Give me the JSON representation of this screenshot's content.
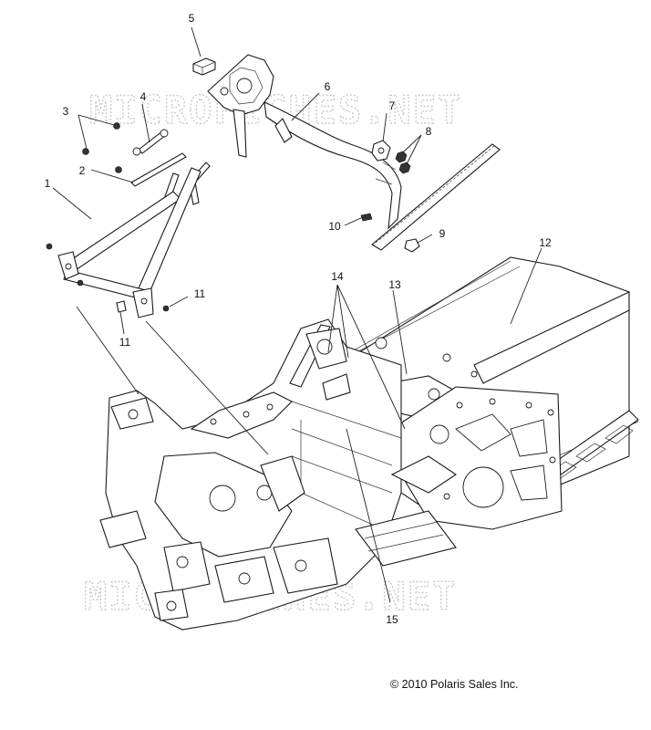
{
  "watermark": {
    "text": "MICROFICHES.NET"
  },
  "callouts": [
    {
      "id": "1",
      "label": "1"
    },
    {
      "id": "2",
      "label": "2"
    },
    {
      "id": "3",
      "label": "3"
    },
    {
      "id": "4",
      "label": "4"
    },
    {
      "id": "5",
      "label": "5"
    },
    {
      "id": "6",
      "label": "6"
    },
    {
      "id": "7",
      "label": "7"
    },
    {
      "id": "8",
      "label": "8"
    },
    {
      "id": "9",
      "label": "9"
    },
    {
      "id": "10",
      "label": "10"
    },
    {
      "id": "11a",
      "label": "11"
    },
    {
      "id": "11b",
      "label": "11"
    },
    {
      "id": "12",
      "label": "12"
    },
    {
      "id": "13",
      "label": "13"
    },
    {
      "id": "14",
      "label": "14"
    },
    {
      "id": "15",
      "label": "15"
    }
  ],
  "copyright": "© 2010 Polaris Sales Inc."
}
